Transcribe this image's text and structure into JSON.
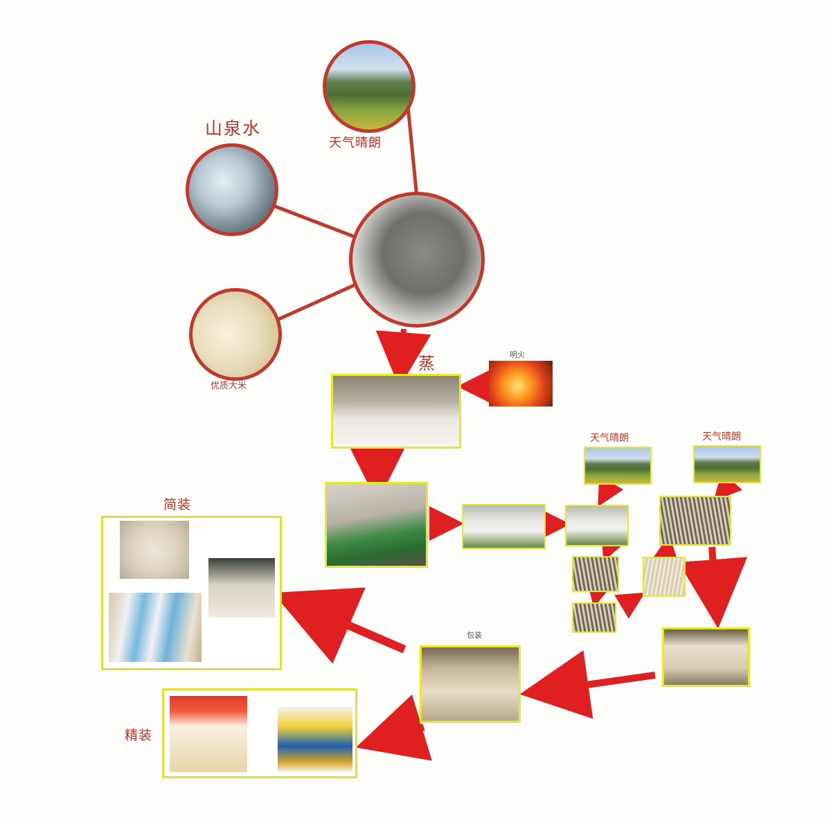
{
  "labels": {
    "spring_water": "山泉水",
    "weather_top": "天气晴朗",
    "quality_rice": "优质大米",
    "steam": "蒸",
    "open_fire": "明火",
    "weather_mid1": "天气晴朗",
    "weather_mid2": "天气晴朗",
    "packaging": "包装",
    "simple_pack": "简装",
    "fine_pack": "精装"
  },
  "colors": {
    "connector": "#c0392b",
    "arrow": "#e02020",
    "frame": "#e8e82a"
  }
}
